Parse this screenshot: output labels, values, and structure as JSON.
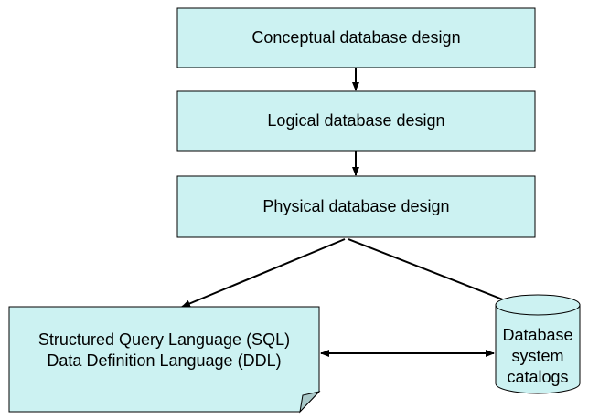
{
  "diagram": {
    "steps": [
      {
        "label": "Conceptual database design"
      },
      {
        "label": "Logical database design"
      },
      {
        "label": "Physical database design"
      }
    ],
    "document": {
      "line1": "Structured Query Language (SQL)",
      "line2": "Data Definition Language (DDL)"
    },
    "catalog": {
      "line1": "Database",
      "line2": "system",
      "line3": "catalogs"
    },
    "colors": {
      "box_fill": "#ccf2f2",
      "stroke": "#000000",
      "text": "#000000",
      "background": "#ffffff"
    }
  }
}
